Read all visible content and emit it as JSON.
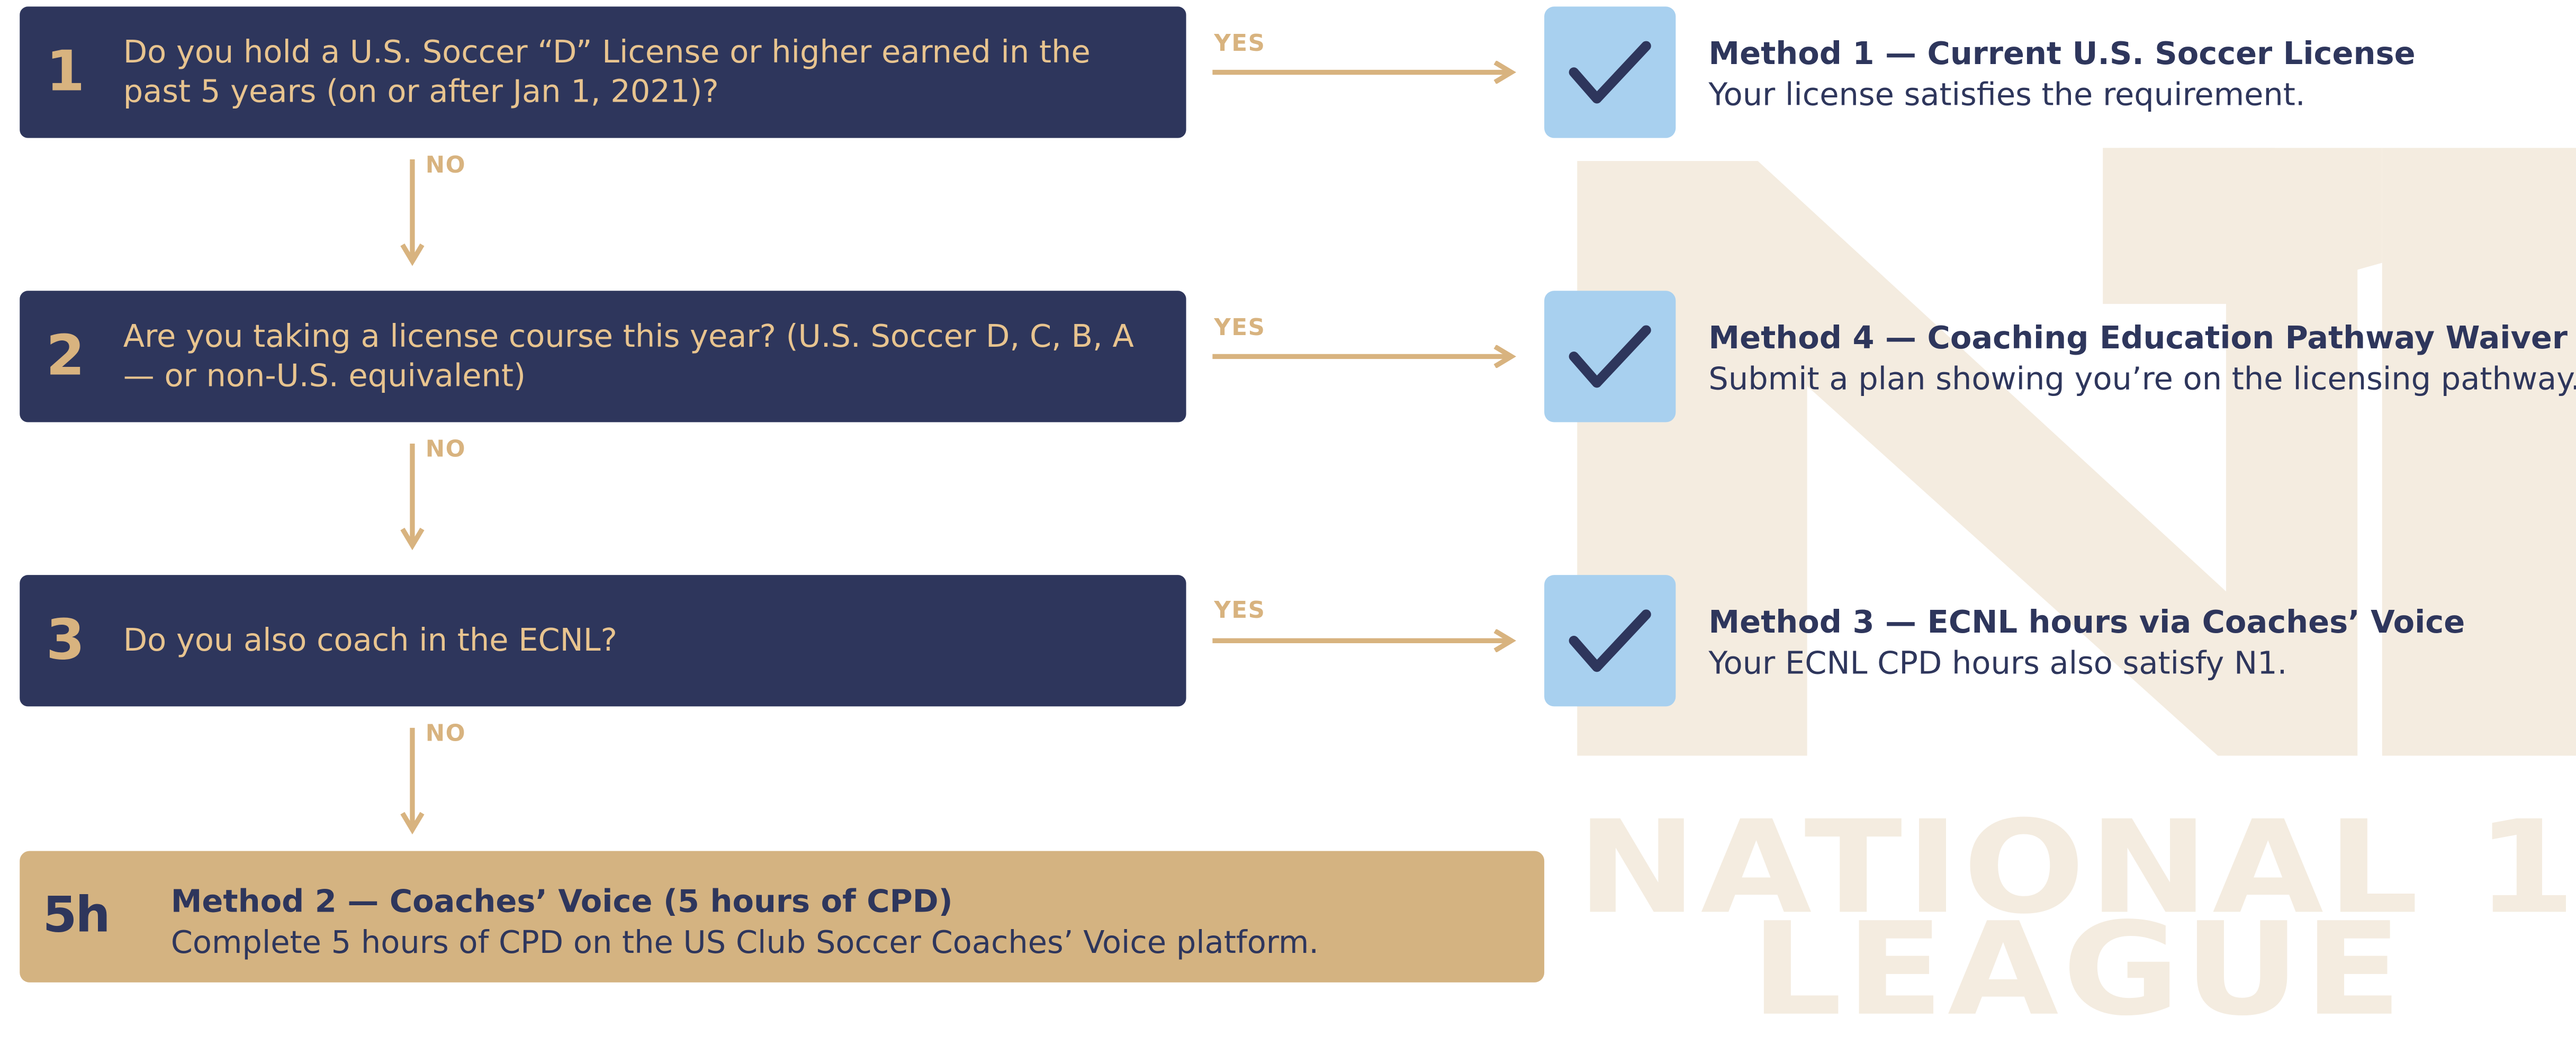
{
  "colors": {
    "navy": "#2e365c",
    "gold": "#d8b37f",
    "gold_text": "#e8c48f",
    "light_blue": "#a8d0ef",
    "final_gold": "#d4b381",
    "watermark": "#f4ece0"
  },
  "watermark": {
    "mark": "N1",
    "line1": "NATIONAL 1",
    "line2": "LEAGUE"
  },
  "arrow_labels": {
    "yes": "YES",
    "no": "NO"
  },
  "questions": [
    {
      "number": "1",
      "text": "Do you hold a U.S. Soccer “D” License or higher earned in the past 5 years (on or after Jan 1, 2021)?"
    },
    {
      "number": "2",
      "text": "Are you taking a license course this year? (U.S. Soccer D, C, B, A — or non-U.S. equivalent)"
    },
    {
      "number": "3",
      "text": "Do you also coach in the ECNL?"
    }
  ],
  "outcomes": [
    {
      "icon": "checkmark-icon",
      "title": "Method 1 — Current U.S. Soccer License",
      "description": "Your license satisfies the requirement."
    },
    {
      "icon": "checkmark-icon",
      "title": "Method 4 — Coaching Education Pathway Waiver",
      "description": "Submit a plan showing you’re on the licensing pathway."
    },
    {
      "icon": "checkmark-icon",
      "title": "Method 3 — ECNL hours via Coaches’ Voice",
      "description": "Your ECNL CPD hours also satisfy N1."
    }
  ],
  "final": {
    "badge": "5h",
    "title": "Method 2 — Coaches’ Voice (5 hours of CPD)",
    "description": "Complete 5 hours of CPD on the US Club Soccer Coaches’ Voice platform."
  }
}
